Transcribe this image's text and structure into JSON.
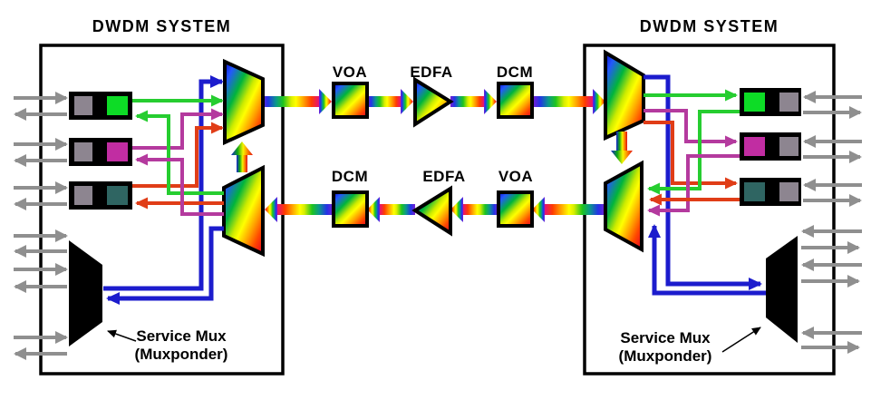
{
  "palette": {
    "ch_green": "#0ddc26",
    "ch_magenta": "#c12da2",
    "ch_teal": "#2f6562",
    "module_gray": "#8d8590",
    "wire_green": "#26cd30",
    "wire_magenta": "#b43a9e",
    "wire_red": "#e03d17",
    "wire_blue": "#1c1ccd",
    "client_gray": "#8f8f8f",
    "outline": "#000000"
  },
  "left_system": {
    "title": "DWDM SYSTEM",
    "transponders": [
      {
        "channel": "green"
      },
      {
        "channel": "magenta"
      },
      {
        "channel": "teal"
      }
    ],
    "service_mux": {
      "line1": "Service Mux",
      "line2": "(Muxponder)"
    }
  },
  "right_system": {
    "title": "DWDM SYSTEM",
    "transponders": [
      {
        "channel": "green"
      },
      {
        "channel": "magenta"
      },
      {
        "channel": "teal"
      }
    ],
    "service_mux": {
      "line1": "Service Mux",
      "line2": "(Muxponder)"
    }
  },
  "line_components": {
    "top_path": [
      {
        "label": "VOA"
      },
      {
        "label": "EDFA"
      },
      {
        "label": "DCM"
      }
    ],
    "bottom_path": [
      {
        "label": "DCM"
      },
      {
        "label": "EDFA"
      },
      {
        "label": "VOA"
      }
    ]
  }
}
